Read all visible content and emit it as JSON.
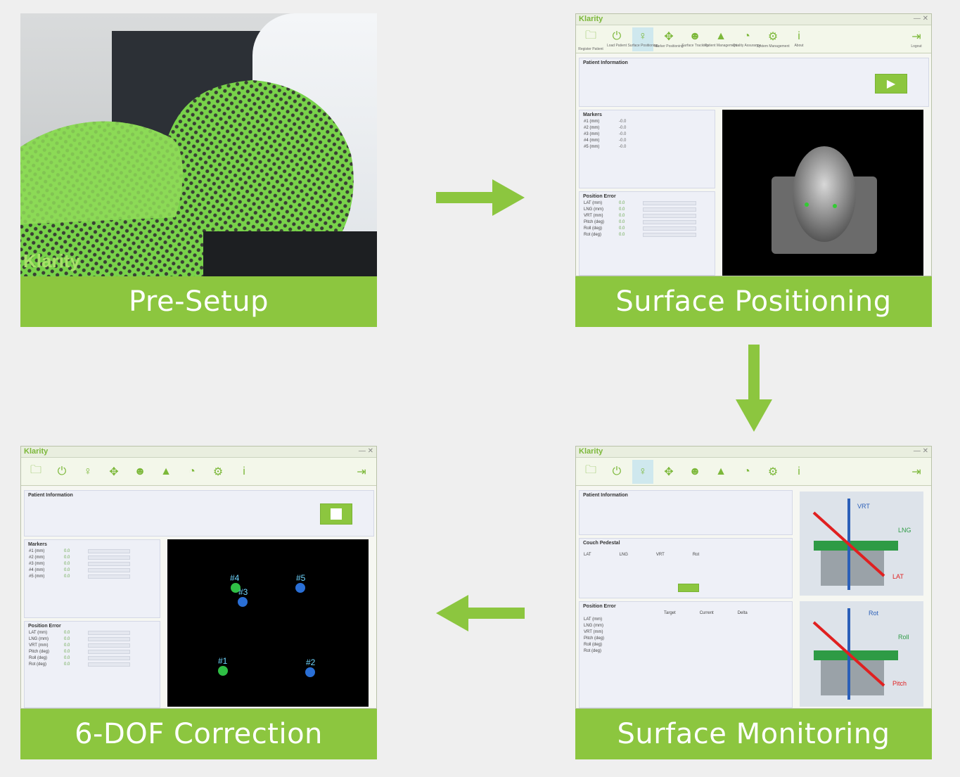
{
  "panels": [
    {
      "caption": "Pre-Setup",
      "photo_logo": "Klarity"
    },
    {
      "caption": "Surface Positioning"
    },
    {
      "caption": "Surface Monitoring"
    },
    {
      "caption": "6-DOF Correction"
    }
  ],
  "software": {
    "brand": "Klarity",
    "window_controls": "— ✕",
    "toolbar": [
      {
        "icon": "folder-icon",
        "glyph": "🗀",
        "label": "Register Patient"
      },
      {
        "icon": "power-icon",
        "glyph": "⏻",
        "label": "Load Patient"
      },
      {
        "icon": "person-icon",
        "glyph": "♀",
        "label": "Surface Positioning"
      },
      {
        "icon": "target-icon",
        "glyph": "✥",
        "label": "Marker Positioning"
      },
      {
        "icon": "user-icon",
        "glyph": "☻",
        "label": "Surface Tracking"
      },
      {
        "icon": "pyramid-icon",
        "glyph": "▲",
        "label": "Patient Management"
      },
      {
        "icon": "gauge-icon",
        "glyph": "◔",
        "label": "Quality Assurance"
      },
      {
        "icon": "gear-icon",
        "glyph": "⚙",
        "label": "System Management"
      },
      {
        "icon": "info-icon",
        "glyph": "i",
        "label": "About"
      },
      {
        "icon": "logout-icon",
        "glyph": "⇥",
        "label": "Logout"
      }
    ],
    "patient_title": "Patient Information",
    "markers_title": "Markers",
    "position_error_title": "Position Error",
    "couch_title": "Couch Pedestal",
    "error_rows": [
      "LAT (mm)",
      "LNG (mm)",
      "VRT (mm)",
      "Pitch (deg)",
      "Roll (deg)",
      "Rot (deg)"
    ],
    "marker_rows": [
      "#1 (mm)",
      "#2 (mm)",
      "#3 (mm)",
      "#4 (mm)",
      "#5 (mm)"
    ],
    "zero": "0.0",
    "monitoring_cols": [
      "Target",
      "Current",
      "Delta"
    ],
    "couch_cols": [
      "LAT",
      "LNG",
      "VRT",
      "Rot"
    ],
    "axis_labels": [
      "VRT",
      "LNG",
      "LAT",
      "Rot",
      "Roll",
      "Pitch"
    ],
    "correction_markers": [
      "#4",
      "#3",
      "#5",
      "#1",
      "#2"
    ]
  }
}
